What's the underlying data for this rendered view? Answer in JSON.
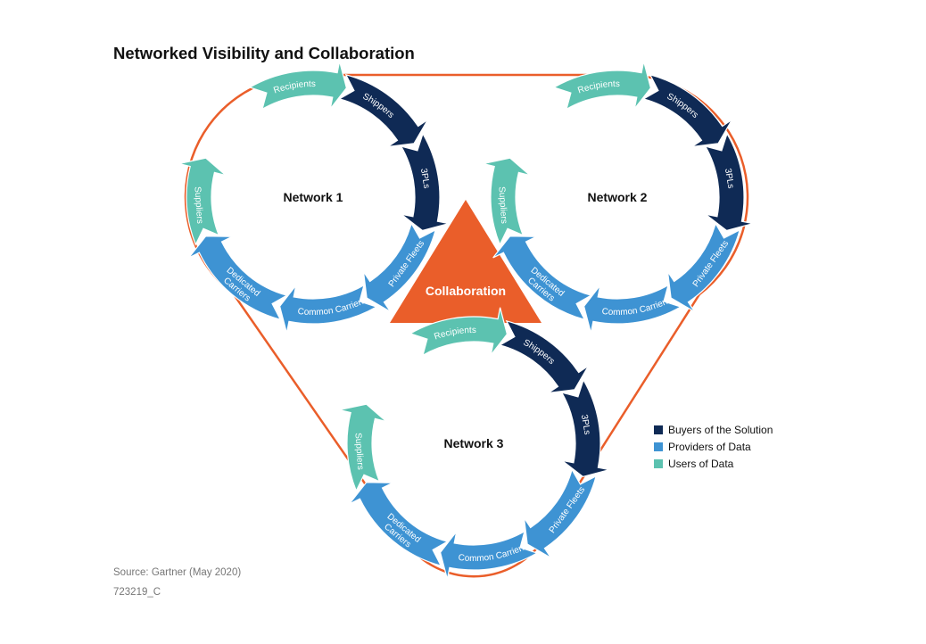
{
  "title": "Networked Visibility and Collaboration",
  "center_label": "Collaboration",
  "colors": {
    "buyers": "#0f2a55",
    "providers": "#3e93d3",
    "users": "#5cc2b0",
    "collaboration": "#ea5e2a",
    "frame": "#ea5e2a"
  },
  "networks": [
    {
      "label": "Network 1"
    },
    {
      "label": "Network 2"
    },
    {
      "label": "Network 3"
    }
  ],
  "cycle_segments": [
    {
      "label": "Recipients",
      "group": "users"
    },
    {
      "label": "Shippers",
      "group": "buyers"
    },
    {
      "label": "3PLs",
      "group": "buyers"
    },
    {
      "label": "Private Fleets",
      "group": "providers"
    },
    {
      "label": "Common Carriers",
      "group": "providers"
    },
    {
      "label": "Dedicated Carriers",
      "group": "providers"
    },
    {
      "label": "Suppliers",
      "group": "users"
    }
  ],
  "legend": [
    {
      "label": "Buyers of the Solution",
      "group": "buyers"
    },
    {
      "label": "Providers of Data",
      "group": "providers"
    },
    {
      "label": "Users of Data",
      "group": "users"
    }
  ],
  "source": "Source: Gartner (May 2020)",
  "figure_id": "723219_C"
}
